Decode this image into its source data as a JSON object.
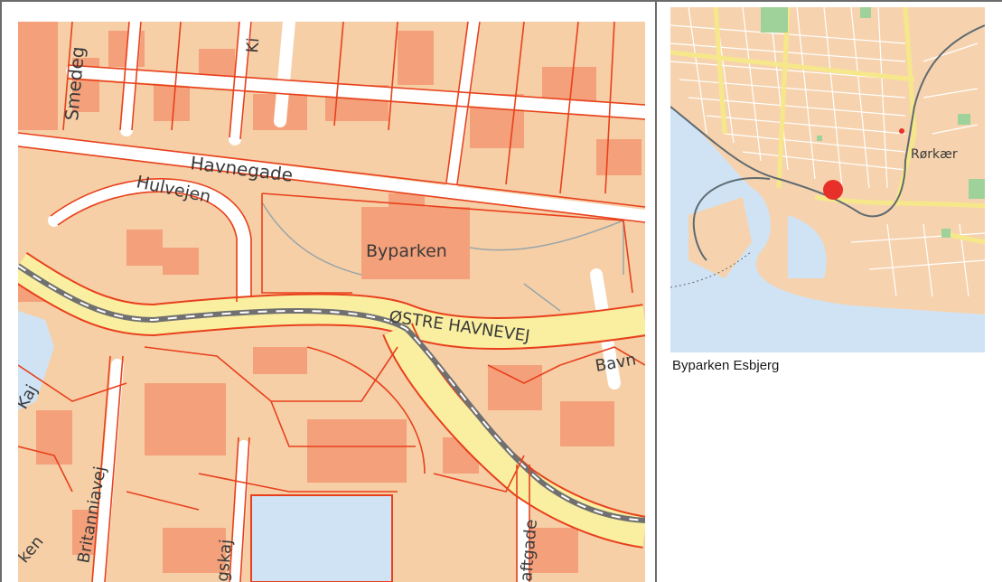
{
  "main_map": {
    "labels": {
      "smedegade": "Smedeg",
      "kirke": "Ki",
      "havnegade": "Havnegade",
      "hulvejen": "Hulvejen",
      "byparken": "Byparken",
      "ostre_havnevej": "ØSTRE HAVNEVEJ",
      "bavn": "Bavn",
      "kaj": "Kaj",
      "britanniavej": "Britanniavej",
      "ken": "ken",
      "gskaj": "gskaj",
      "aftgade": "aftgade"
    }
  },
  "inset_map": {
    "labels": {
      "rorkaer": "Rørkær"
    },
    "marker_color": "#e8302a"
  },
  "caption": "Byparken Esbjerg",
  "colors": {
    "parcel_line": "#e8401c",
    "building": "#f4a07a",
    "land": "#f6cfa7",
    "water": "#cfe3f5",
    "road_major": "#faeea0",
    "road_minor": "#ffffff",
    "rail": "#707070"
  }
}
